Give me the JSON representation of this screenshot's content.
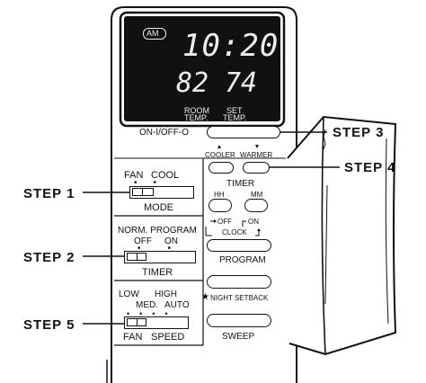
{
  "display": {
    "am_badge": "AM",
    "clock": "10:20",
    "room_temp": "82",
    "set_temp": "74",
    "room_label_1": "ROOM",
    "room_label_2": "TEMP.",
    "set_label_1": "SET",
    "set_label_2": "TEMP."
  },
  "controls": {
    "power_label": "ON-I/OFF-O",
    "cooler_label": "COOLER",
    "warmer_label": "WARMER",
    "timer_heading": "TIMER",
    "hh_label": "HH",
    "mm_label": "MM",
    "clock_diagram_off": "OFF",
    "clock_diagram_on": "ON",
    "clock_diagram_clock": "CLOCK",
    "program_label": "PROGRAM",
    "night_setback_label": "NIGHT SETBACK",
    "sweep_label": "SWEEP"
  },
  "mode_switch": {
    "option_left": "FAN",
    "option_right": "COOL",
    "label": "MODE"
  },
  "timer_switch": {
    "heading": "NORM. PROGRAM",
    "option_off": "OFF",
    "option_on": "ON",
    "label": "TIMER"
  },
  "fan_switch": {
    "option_low": "LOW",
    "option_high": "HIGH",
    "option_med": "MED.",
    "option_auto": "AUTO",
    "label_1": "FAN",
    "label_2": "SPEED"
  },
  "steps": {
    "step1": "STEP 1",
    "step2": "STEP 2",
    "step3": "STEP 3",
    "step4": "STEP 4",
    "step5": "STEP 5"
  },
  "colors": {
    "lcd_background": "#111111",
    "lcd_digits": "#eeeeee",
    "ink": "#111111",
    "paper": "#ffffff"
  }
}
